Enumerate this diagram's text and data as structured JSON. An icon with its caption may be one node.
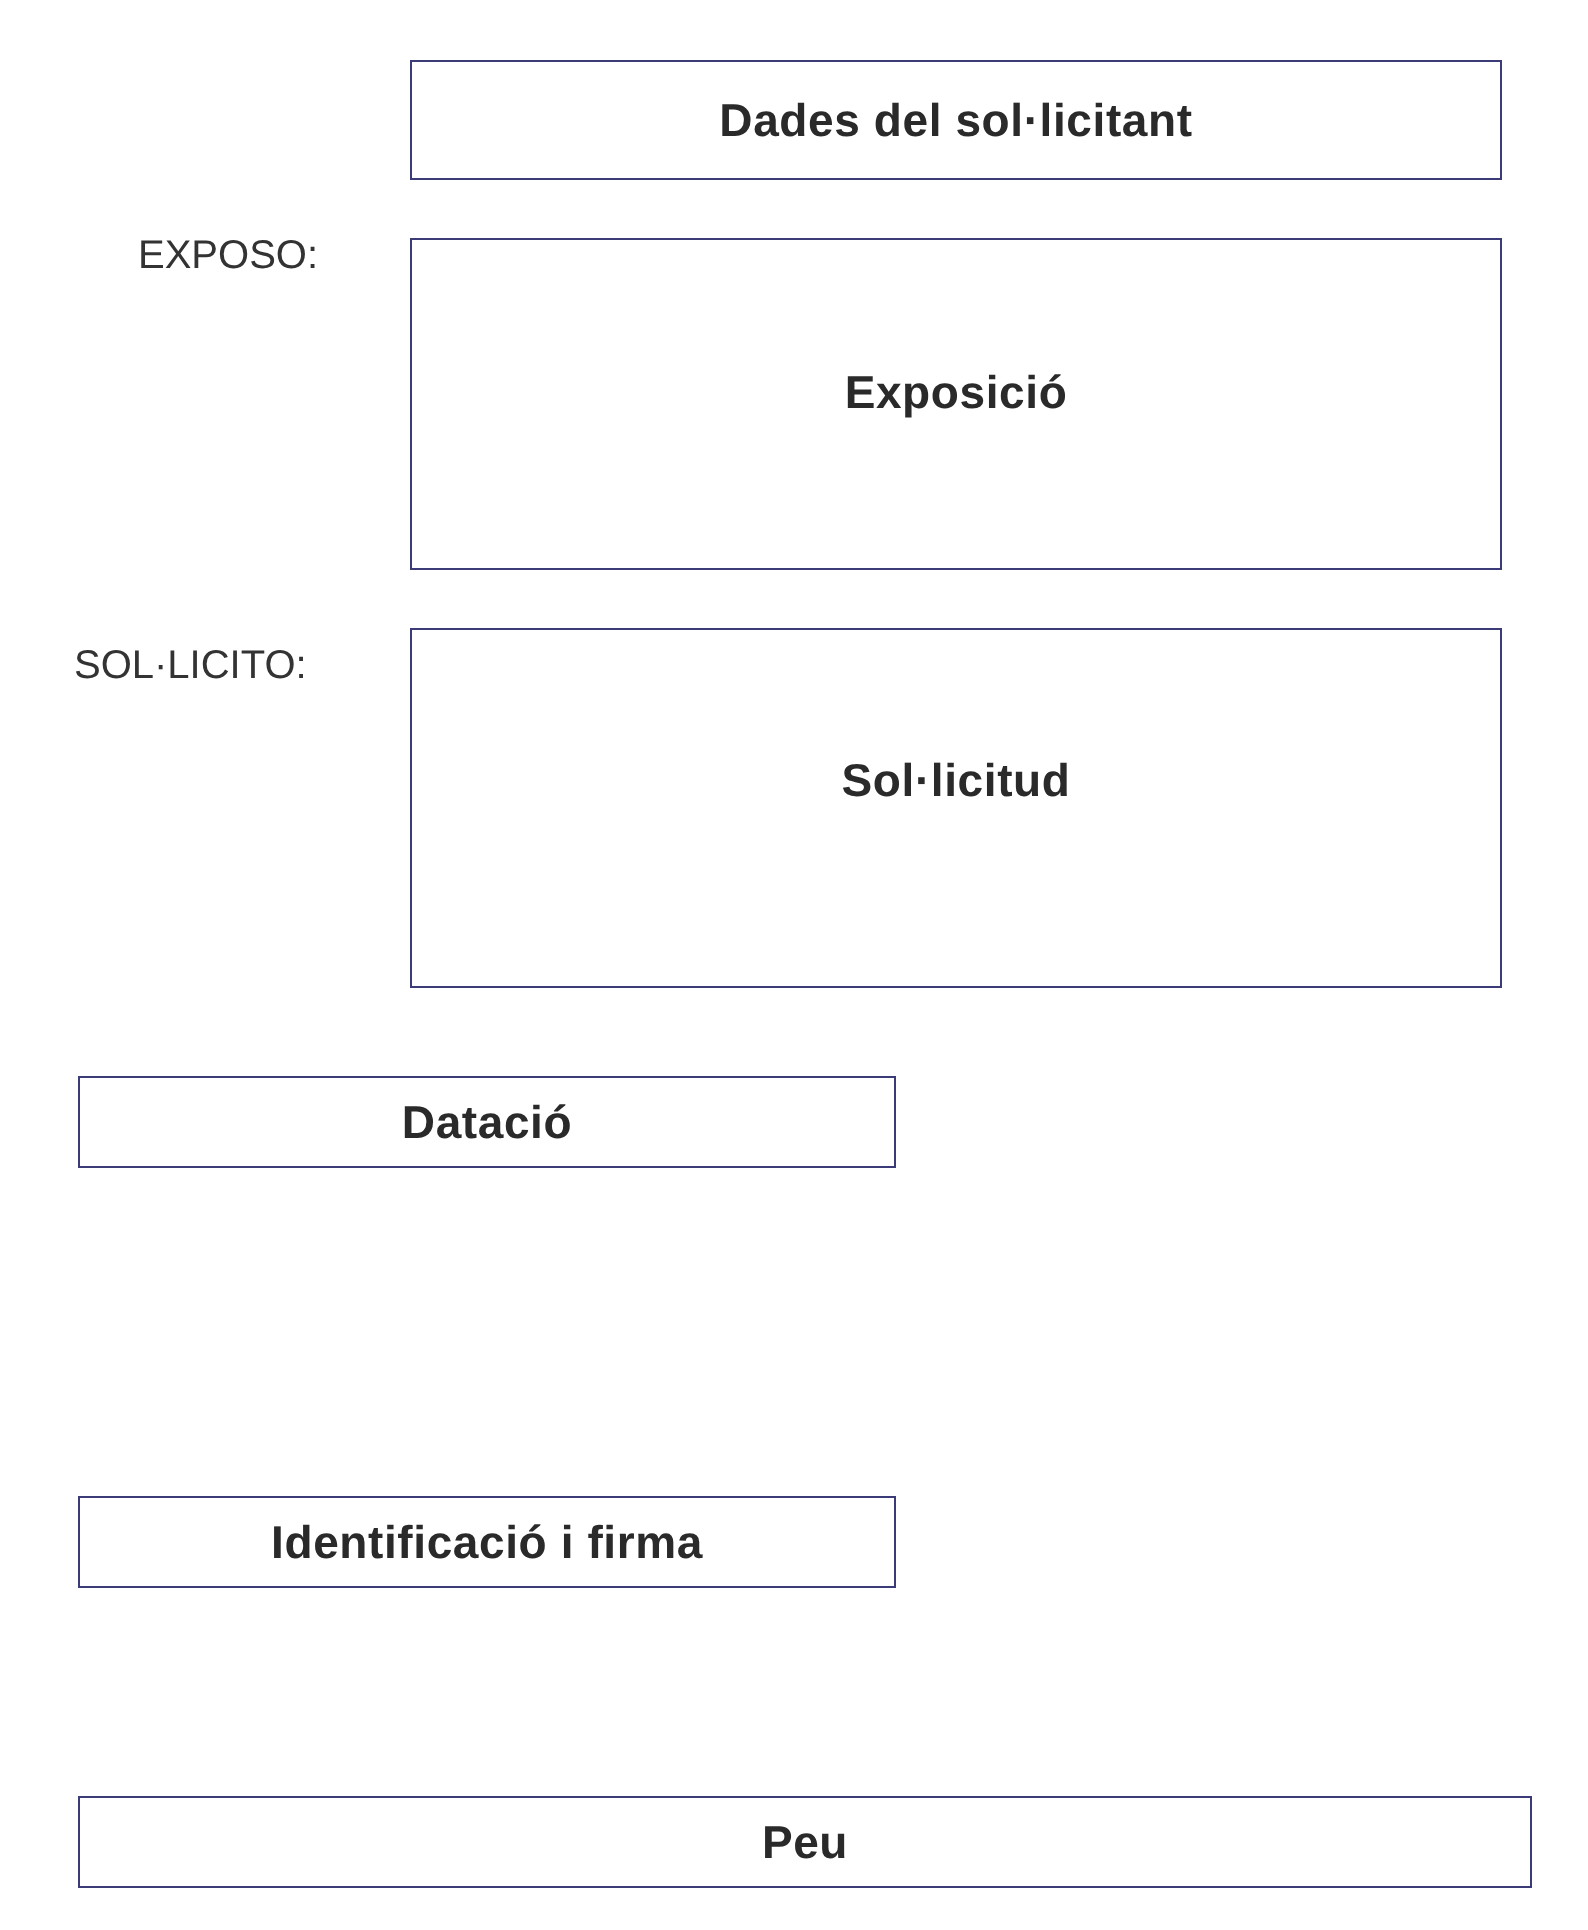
{
  "diagram": {
    "nodes": [
      {
        "text": [
          "Dades del sol·licitant"
        ]
      },
      {
        "text": [
          "Exposició"
        ],
        "beside": [
          "EXPOSO:"
        ]
      },
      {
        "text": [
          "Sol·licitud"
        ],
        "beside": [
          "SOL·LICITO:"
        ]
      },
      {
        "text": [
          "Datació"
        ]
      },
      {
        "text": [
          "Identificació i firma"
        ]
      },
      {
        "text": [
          "Peu"
        ]
      }
    ]
  }
}
